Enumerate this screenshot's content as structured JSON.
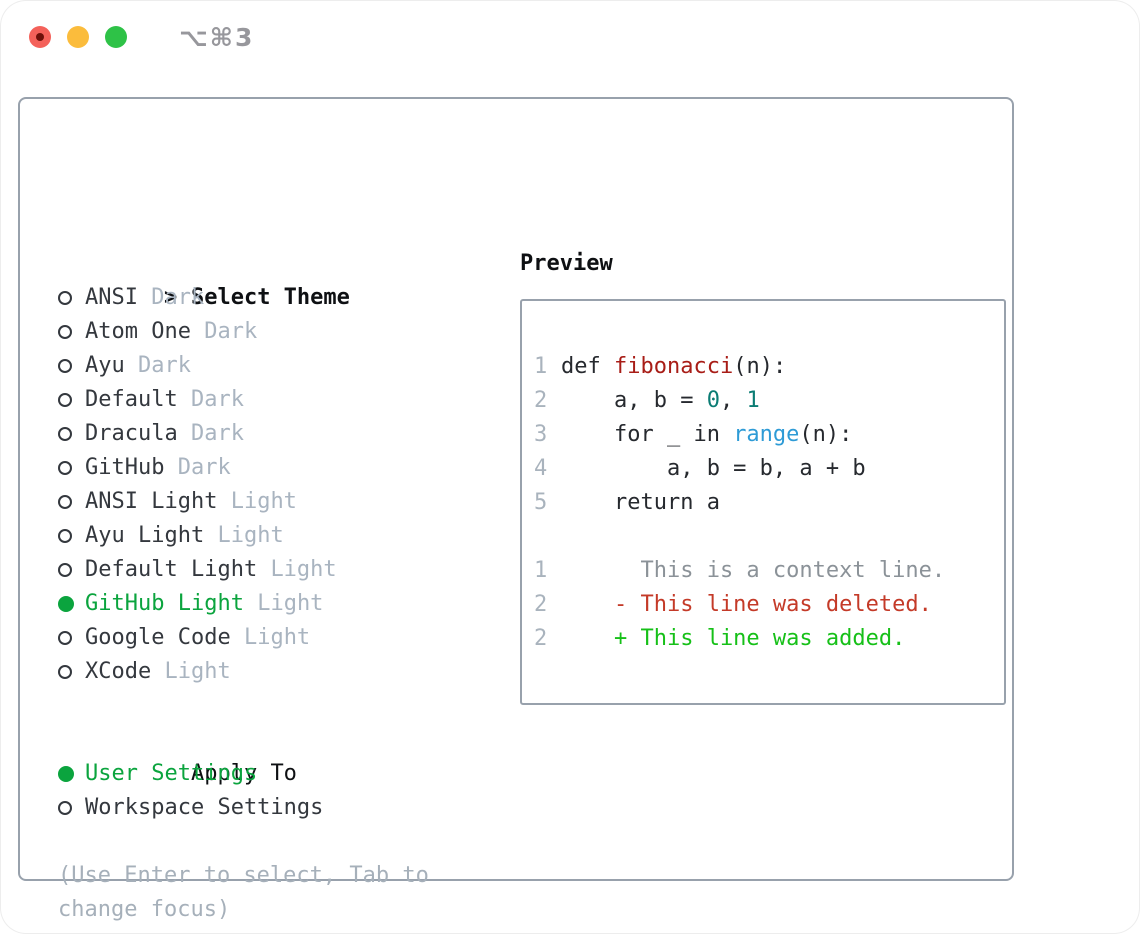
{
  "window": {
    "title_shortcut": "⌥⌘3"
  },
  "left": {
    "header_prefix": ">",
    "header": "Select Theme",
    "themes": [
      {
        "name": "ANSI",
        "variant": "Dark",
        "selected": false
      },
      {
        "name": "Atom One",
        "variant": "Dark",
        "selected": false
      },
      {
        "name": "Ayu",
        "variant": "Dark",
        "selected": false
      },
      {
        "name": "Default",
        "variant": "Dark",
        "selected": false
      },
      {
        "name": "Dracula",
        "variant": "Dark",
        "selected": false
      },
      {
        "name": "GitHub",
        "variant": "Dark",
        "selected": false
      },
      {
        "name": "ANSI Light",
        "variant": "Light",
        "selected": false
      },
      {
        "name": "Ayu Light",
        "variant": "Light",
        "selected": false
      },
      {
        "name": "Default Light",
        "variant": "Light",
        "selected": false
      },
      {
        "name": "GitHub Light",
        "variant": "Light",
        "selected": true
      },
      {
        "name": "Google Code",
        "variant": "Light",
        "selected": false
      },
      {
        "name": "XCode",
        "variant": "Light",
        "selected": false
      }
    ],
    "apply_to": {
      "label": "Apply To",
      "options": [
        {
          "name": "User Settings",
          "selected": true
        },
        {
          "name": "Workspace Settings",
          "selected": false
        }
      ]
    },
    "hint": "(Use Enter to select, Tab to change focus)"
  },
  "preview": {
    "label": "Preview",
    "lines": [
      {
        "num": "1",
        "segs": [
          {
            "t": "def ",
            "c": "fg"
          },
          {
            "t": "fibonacci",
            "c": "func"
          },
          {
            "t": "(n):",
            "c": "fg"
          }
        ]
      },
      {
        "num": "2",
        "segs": [
          {
            "t": "    a, b = ",
            "c": "fg"
          },
          {
            "t": "0",
            "c": "num"
          },
          {
            "t": ", ",
            "c": "fg"
          },
          {
            "t": "1",
            "c": "num"
          }
        ]
      },
      {
        "num": "3",
        "segs": [
          {
            "t": "    for _ in ",
            "c": "fg"
          },
          {
            "t": "range",
            "c": "builtin"
          },
          {
            "t": "(n):",
            "c": "fg"
          }
        ]
      },
      {
        "num": "4",
        "segs": [
          {
            "t": "        a, b = b, a + b",
            "c": "fg"
          }
        ]
      },
      {
        "num": "5",
        "segs": [
          {
            "t": "    return a",
            "c": "fg"
          }
        ]
      },
      {
        "num": "",
        "segs": []
      },
      {
        "num": "1",
        "segs": [
          {
            "t": "      This is a context line.",
            "c": "ctx"
          }
        ]
      },
      {
        "num": "2",
        "segs": [
          {
            "t": "    - This line was deleted.",
            "c": "del"
          }
        ]
      },
      {
        "num": "2",
        "segs": [
          {
            "t": "    + This line was added.",
            "c": "add"
          }
        ]
      }
    ]
  },
  "colors": {
    "accent_green": "#0ba43e",
    "diff_add_green": "#16c018",
    "diff_del_red": "#c43a28",
    "func_red": "#a81d17",
    "number_teal": "#0b7c74",
    "builtin_blue": "#2e9bd6",
    "text_dark": "#34383e",
    "text_black": "#0e1013",
    "code_fg": "#26292e",
    "muted_gray": "#a9b4c0",
    "line_number_gray": "#a9b3bd",
    "context_gray": "#8b9298",
    "hint_gray": "#a6b0ba",
    "panel_border": "#98a1ac",
    "titlebar_text": "#97979c",
    "dot_red": "#f4615a",
    "dot_red_inner": "#6d100a",
    "dot_yellow": "#fbbc3c",
    "dot_green": "#2ec247"
  }
}
